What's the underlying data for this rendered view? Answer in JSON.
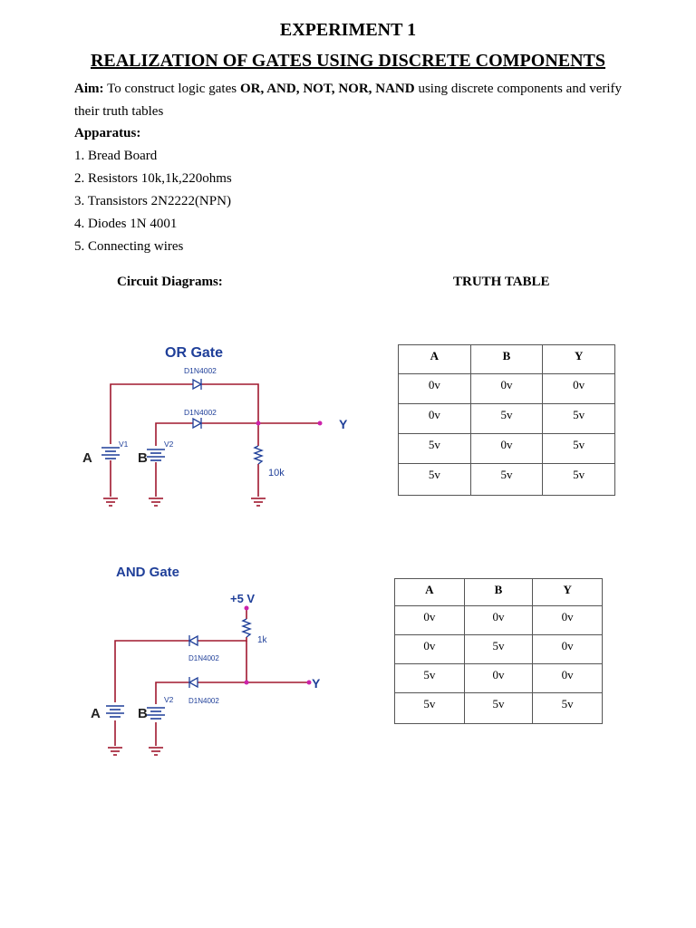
{
  "doc": {
    "title": "EXPERIMENT 1",
    "subtitle": "REALIZATION OF GATES USING DISCRETE COMPONENTS",
    "aim_label": "Aim:",
    "aim_pre": " To construct logic gates ",
    "aim_gates": "OR, AND, NOT, NOR, NAND",
    "aim_post": " using discrete components and verify their truth tables",
    "apparatus_label": "Apparatus:",
    "apparatus": [
      "1. Bread Board",
      "2. Resistors 10k,1k,220ohms",
      "3. Transistors 2N2222(NPN)",
      "4. Diodes 1N 4001",
      "5. Connecting wires"
    ],
    "circuit_caption": "Circuit Diagrams:",
    "truth_caption": "TRUTH TABLE"
  },
  "or_gate": {
    "title": "OR Gate",
    "diode1": "D1N4002",
    "diode2": "D1N4002",
    "v1": "V1",
    "v2": "V2",
    "in_a": "A",
    "in_b": "B",
    "out": "Y",
    "resistor": "10k",
    "colors": {
      "title": "#1f3f99",
      "wire": "#a0182f",
      "component": "#1f3f99",
      "node": "#cc22aa"
    },
    "table": {
      "headers": [
        "A",
        "B",
        "Y"
      ],
      "rows": [
        [
          "0v",
          "0v",
          "0v"
        ],
        [
          "0v",
          "5v",
          "5v"
        ],
        [
          "5v",
          "0v",
          "5v"
        ],
        [
          "5v",
          "5v",
          "5v"
        ]
      ]
    }
  },
  "and_gate": {
    "title": "AND Gate",
    "supply": "+5 V",
    "resistor": "1k",
    "diode1": "D1N4002",
    "diode2": "D1N4002",
    "v2": "V2",
    "in_a": "A",
    "in_b": "B",
    "out": "Y",
    "table": {
      "headers": [
        "A",
        "B",
        "Y"
      ],
      "rows": [
        [
          "0v",
          "0v",
          "0v"
        ],
        [
          "0v",
          "5v",
          "0v"
        ],
        [
          "5v",
          "0v",
          "0v"
        ],
        [
          "5v",
          "5v",
          "5v"
        ]
      ]
    }
  }
}
